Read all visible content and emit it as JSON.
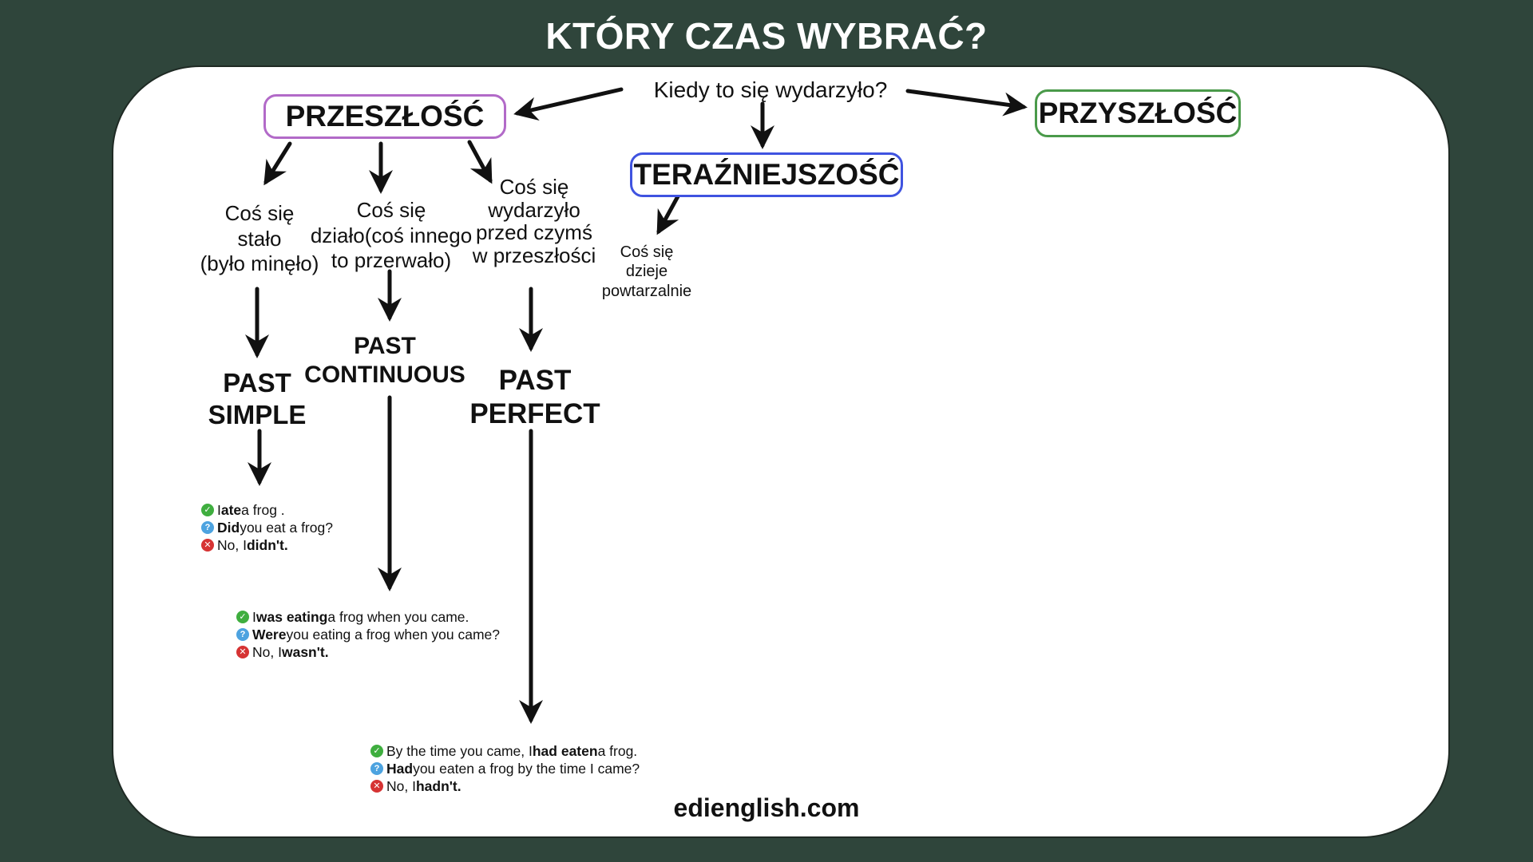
{
  "title": "KTÓRY CZAS WYBRAĆ?",
  "question": "Kiedy to się wydarzyło?",
  "nodes": {
    "past": "PRZESZŁOŚĆ",
    "present": "TERAŹNIEJSZOŚĆ",
    "future": "PRZYSZŁOŚĆ"
  },
  "colors": {
    "background": "#2f453b",
    "past_border": "#b26ac8",
    "present_border": "#3f53e0",
    "future_border": "#4a9a4a",
    "check": "#3fae3f",
    "question_icon": "#4da3e0",
    "cross": "#d63333"
  },
  "descriptions": {
    "simple": [
      "Coś się",
      "stało",
      "(było minęło)"
    ],
    "continuous": [
      "Coś się",
      "działo(coś innego",
      "to przerwało)"
    ],
    "perfect": [
      "Coś się",
      "wydarzyło",
      "przed czymś",
      "w przeszłości"
    ],
    "present": [
      "Coś się",
      "dzieje",
      "powtarzalnie"
    ]
  },
  "tenses": {
    "simple": [
      "PAST",
      "SIMPLE"
    ],
    "continuous": [
      "PAST",
      "CONTINUOUS"
    ],
    "perfect": [
      "PAST",
      "PERFECT"
    ]
  },
  "icons": {
    "check": "check-circle-icon",
    "question": "question-circle-icon",
    "cross": "cross-circle-icon"
  },
  "examples": {
    "simple": {
      "affirmative": {
        "pre": "I ",
        "bold": "ate",
        "post": " a frog ."
      },
      "question": {
        "pre": "",
        "bold": "Did",
        "post": " you eat a frog?"
      },
      "negative": {
        "pre": "No, I ",
        "bold": "didn't.",
        "post": ""
      }
    },
    "continuous": {
      "affirmative": {
        "pre": "I ",
        "bold": "was eating",
        "post": " a frog when you came."
      },
      "question": {
        "pre": "",
        "bold": "Were",
        "post": " you eating a frog when you came?"
      },
      "negative": {
        "pre": "No, I ",
        "bold": "wasn't.",
        "post": ""
      }
    },
    "perfect": {
      "affirmative": {
        "pre": "By the time you came, I ",
        "bold": "had eaten",
        "post": " a frog."
      },
      "question": {
        "pre": "",
        "bold": "Had",
        "post": " you eaten a frog by the time I came?"
      },
      "negative": {
        "pre": "No, I ",
        "bold": "hadn't.",
        "post": ""
      }
    }
  },
  "footer": "edienglish.com"
}
